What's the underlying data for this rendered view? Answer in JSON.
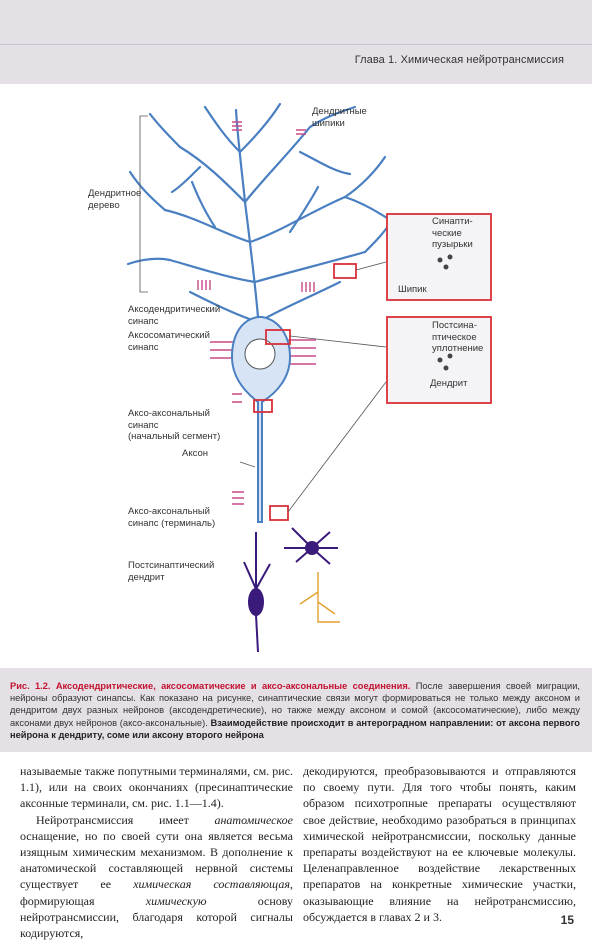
{
  "header": {
    "chapter_title": "Глава 1. Химическая нейротрансмиссия"
  },
  "figure": {
    "labels": {
      "dendritic_spines": "Дендритные\nшипики",
      "dendritic_tree": "Дендритное\nдерево",
      "synaptic_vesicles": "Синапти-\nческие\nпузырьки",
      "spine": "Шипик",
      "axodendritic": "Аксодендритический\nсинапс",
      "axosomatic": "Аксосоматический\nсинапс",
      "postsynaptic_density": "Постсина-\nптическое\nуплотнение",
      "dendrite": "Дендрит",
      "axoaxonal_initial": "Аксо-аксональный\nсинапс\n(начальный сегмент)",
      "axon": "Аксон",
      "axoaxonal_terminal": "Аксо-аксональный\nсинапс (терминаль)",
      "postsynaptic_dendrite": "Постсинаптический\nдендрит"
    },
    "colors": {
      "neuron": "#4a7fc1",
      "neuron_fill": "#d6e4f5",
      "synapse": "#c84a8a",
      "highlight": "#d9303a",
      "second_neuron": "#3a1a7a",
      "third_neuron": "#e0a030"
    }
  },
  "caption": {
    "title": "Рис. 1.2. Аксодендритические, аксосоматические и аксо-аксональные соединения.",
    "body_1": "После завершения своей миграции, нейроны образуют синапсы. Как показано на рисунке, синаптические связи могут формироваться не только между аксоном и дендритом двух разных нейронов (аксодендретические), но также между аксоном и сомой (аксосоматические), либо между аксонами двух нейронов (аксо-аксональные).",
    "body_2": "Взаимодействие происходит в антероградном направлении: от аксона первого нейрона к дендриту, соме или аксону второго нейрона"
  },
  "text": {
    "left_p1": "называемые также попутными терминалями, см. рис. 1.1), или на своих окончаниях (пресинаптические аксонные терминали, см. рис. 1.1—1.4).",
    "left_p2_a": "Нейротрансмиссия имеет ",
    "left_p2_b": "анатомическое",
    "left_p2_c": " оснащение, но по своей сути она является весьма изящным химическим механизмом. В дополнение к анатомической составляющей нервной системы существует ее ",
    "left_p2_d": "химическая составляющая",
    "left_p2_e": ", формирующая ",
    "left_p2_f": "химическую",
    "left_p2_g": " основу нейротрансмиссии, благодаря которой сигналы кодируются,",
    "right_p1": "декодируются, преобразовываются и отправляются по своему пути. Для того чтобы понять, каким образом психотропные препараты осуществляют свое действие, необходимо разобраться в принципах химической нейротрансмиссии, поскольку данные препараты воздействуют на ее ключевые молекулы. Целенаправленное воздействие лекарственных препаратов на конкретные химические участки, оказывающие влияние на нейротрансмиссию, обсуждается в главах 2 и 3."
  },
  "page_number": "15"
}
